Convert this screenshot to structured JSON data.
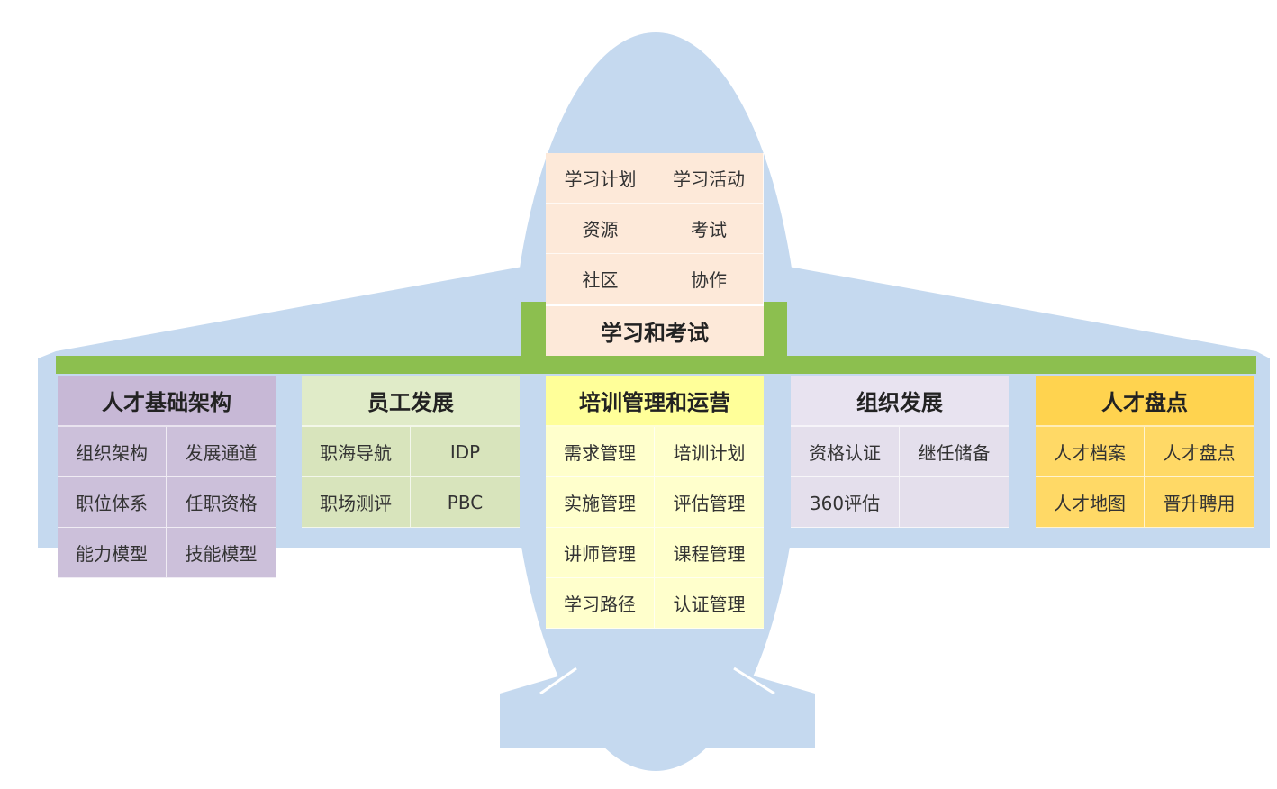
{
  "colors": {
    "fuselage": "#c5d9ef",
    "green_band": "#8cbf4f",
    "top_panel": "#fde9d9",
    "talent_foundation": "#ccc0da",
    "employee_development": "#d8e4bc",
    "training": "#ffffcc",
    "org_development": "#e4dfec",
    "talent_review": "#ffd966"
  },
  "top": {
    "title": "学习和考试",
    "items": [
      "学习计划",
      "学习活动",
      "资源",
      "考试",
      "社区",
      "协作"
    ]
  },
  "panels": {
    "talent_foundation": {
      "title": "人才基础架构",
      "items": [
        "组织架构",
        "发展通道",
        "职位体系",
        "任职资格",
        "能力模型",
        "技能模型"
      ]
    },
    "employee_development": {
      "title": "员工发展",
      "items": [
        "职海导航",
        "IDP",
        "职场测评",
        "PBC"
      ]
    },
    "training": {
      "title": "培训管理和运营",
      "items": [
        "需求管理",
        "培训计划",
        "实施管理",
        "评估管理",
        "讲师管理",
        "课程管理",
        "学习路径",
        "认证管理"
      ]
    },
    "org_development": {
      "title": "组织发展",
      "items": [
        "资格认证",
        "继任储备",
        "360评估",
        ""
      ]
    },
    "talent_review": {
      "title": "人才盘点",
      "items": [
        "人才档案",
        "人才盘点",
        "人才地图",
        "晋升聘用"
      ]
    }
  }
}
